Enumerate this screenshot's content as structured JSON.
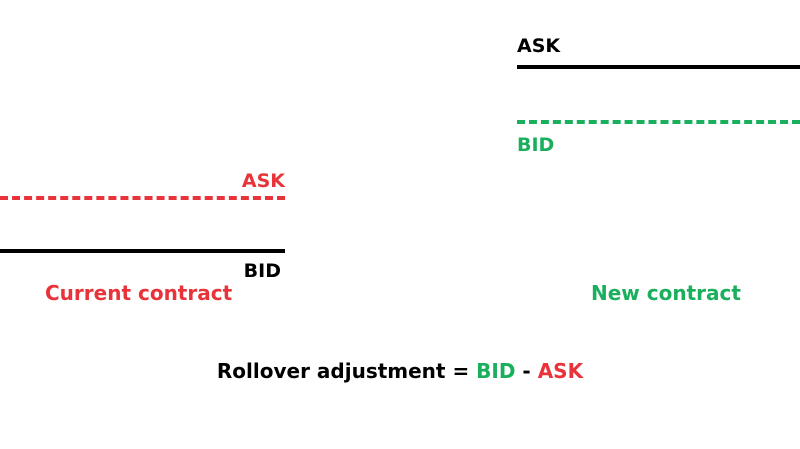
{
  "current_contract": {
    "title": "Current contract",
    "ask_label": "ASK",
    "bid_label": "BID"
  },
  "new_contract": {
    "title": "New contract",
    "ask_label": "ASK",
    "bid_label": "BID"
  },
  "formula": {
    "prefix": "Rollover adjustment = ",
    "bid": "BID",
    "minus": " - ",
    "ask": "ASK"
  },
  "colors": {
    "red": "#e8333a",
    "green": "#1aaf5d",
    "black": "#000000"
  }
}
